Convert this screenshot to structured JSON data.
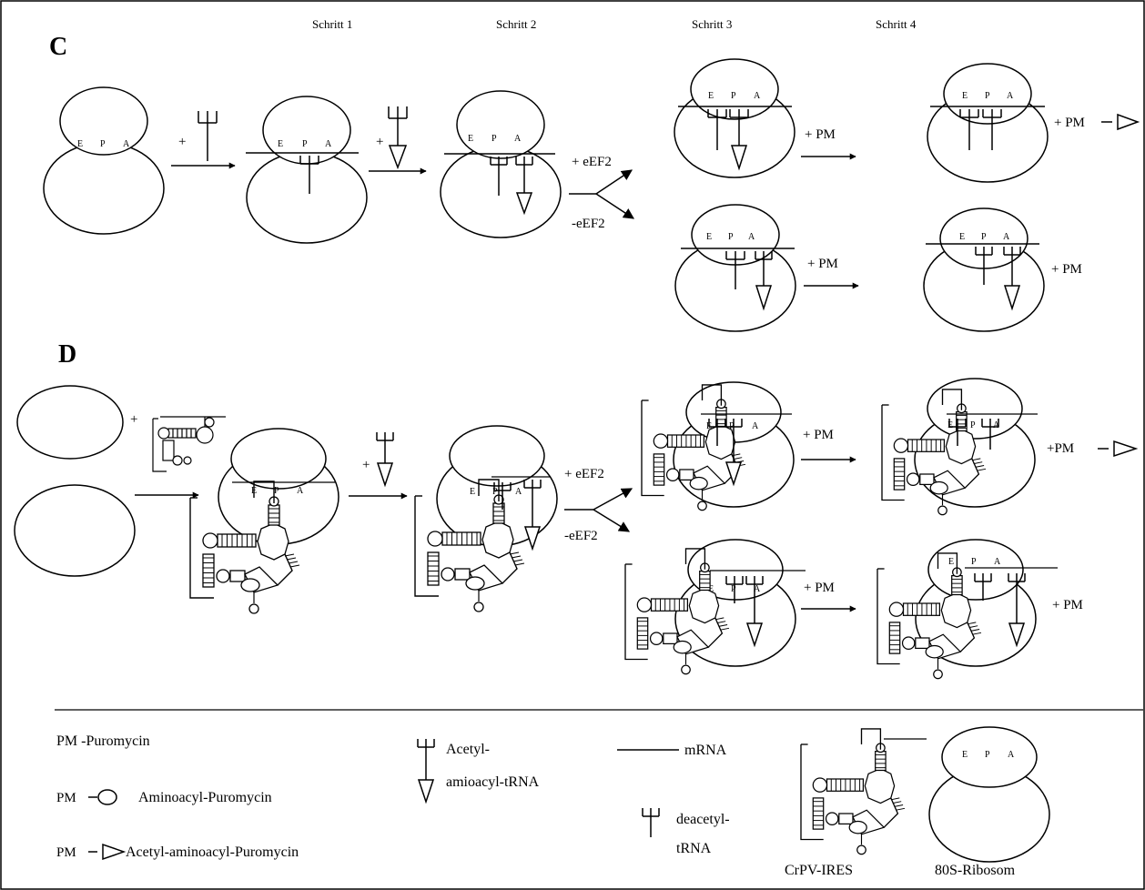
{
  "steps": [
    "Schritt 1",
    "Schritt 2",
    "Schritt 3",
    "Schritt 4"
  ],
  "panels": {
    "c": "C",
    "d": "D"
  },
  "sites": {
    "e": "E",
    "p": "P",
    "a": "A"
  },
  "reagents": {
    "plus": "+",
    "plus_eef2": "+ eEF2",
    "minus_eef2": "-eEF2",
    "plus_pm": "+ PM",
    "plus_pm_tight": "+PM"
  },
  "legend": {
    "pm_def": "PM -Puromycin",
    "pm_abbr": "PM",
    "aminoacyl_pm": "Aminoacyl-Puromycin",
    "acetyl_aminoacyl_pm": "Acetyl-aminoacyl-Puromycin",
    "acetyl_trna_line1": "Acetyl-",
    "acetyl_trna_line2": "amioacyl-tRNA",
    "mrna": "mRNA",
    "deacetyl_line1": "deacetyl-",
    "deacetyl_line2": "tRNA",
    "crpv_ires": "CrPV-IRES",
    "ribosome": "80S-Ribosom"
  }
}
